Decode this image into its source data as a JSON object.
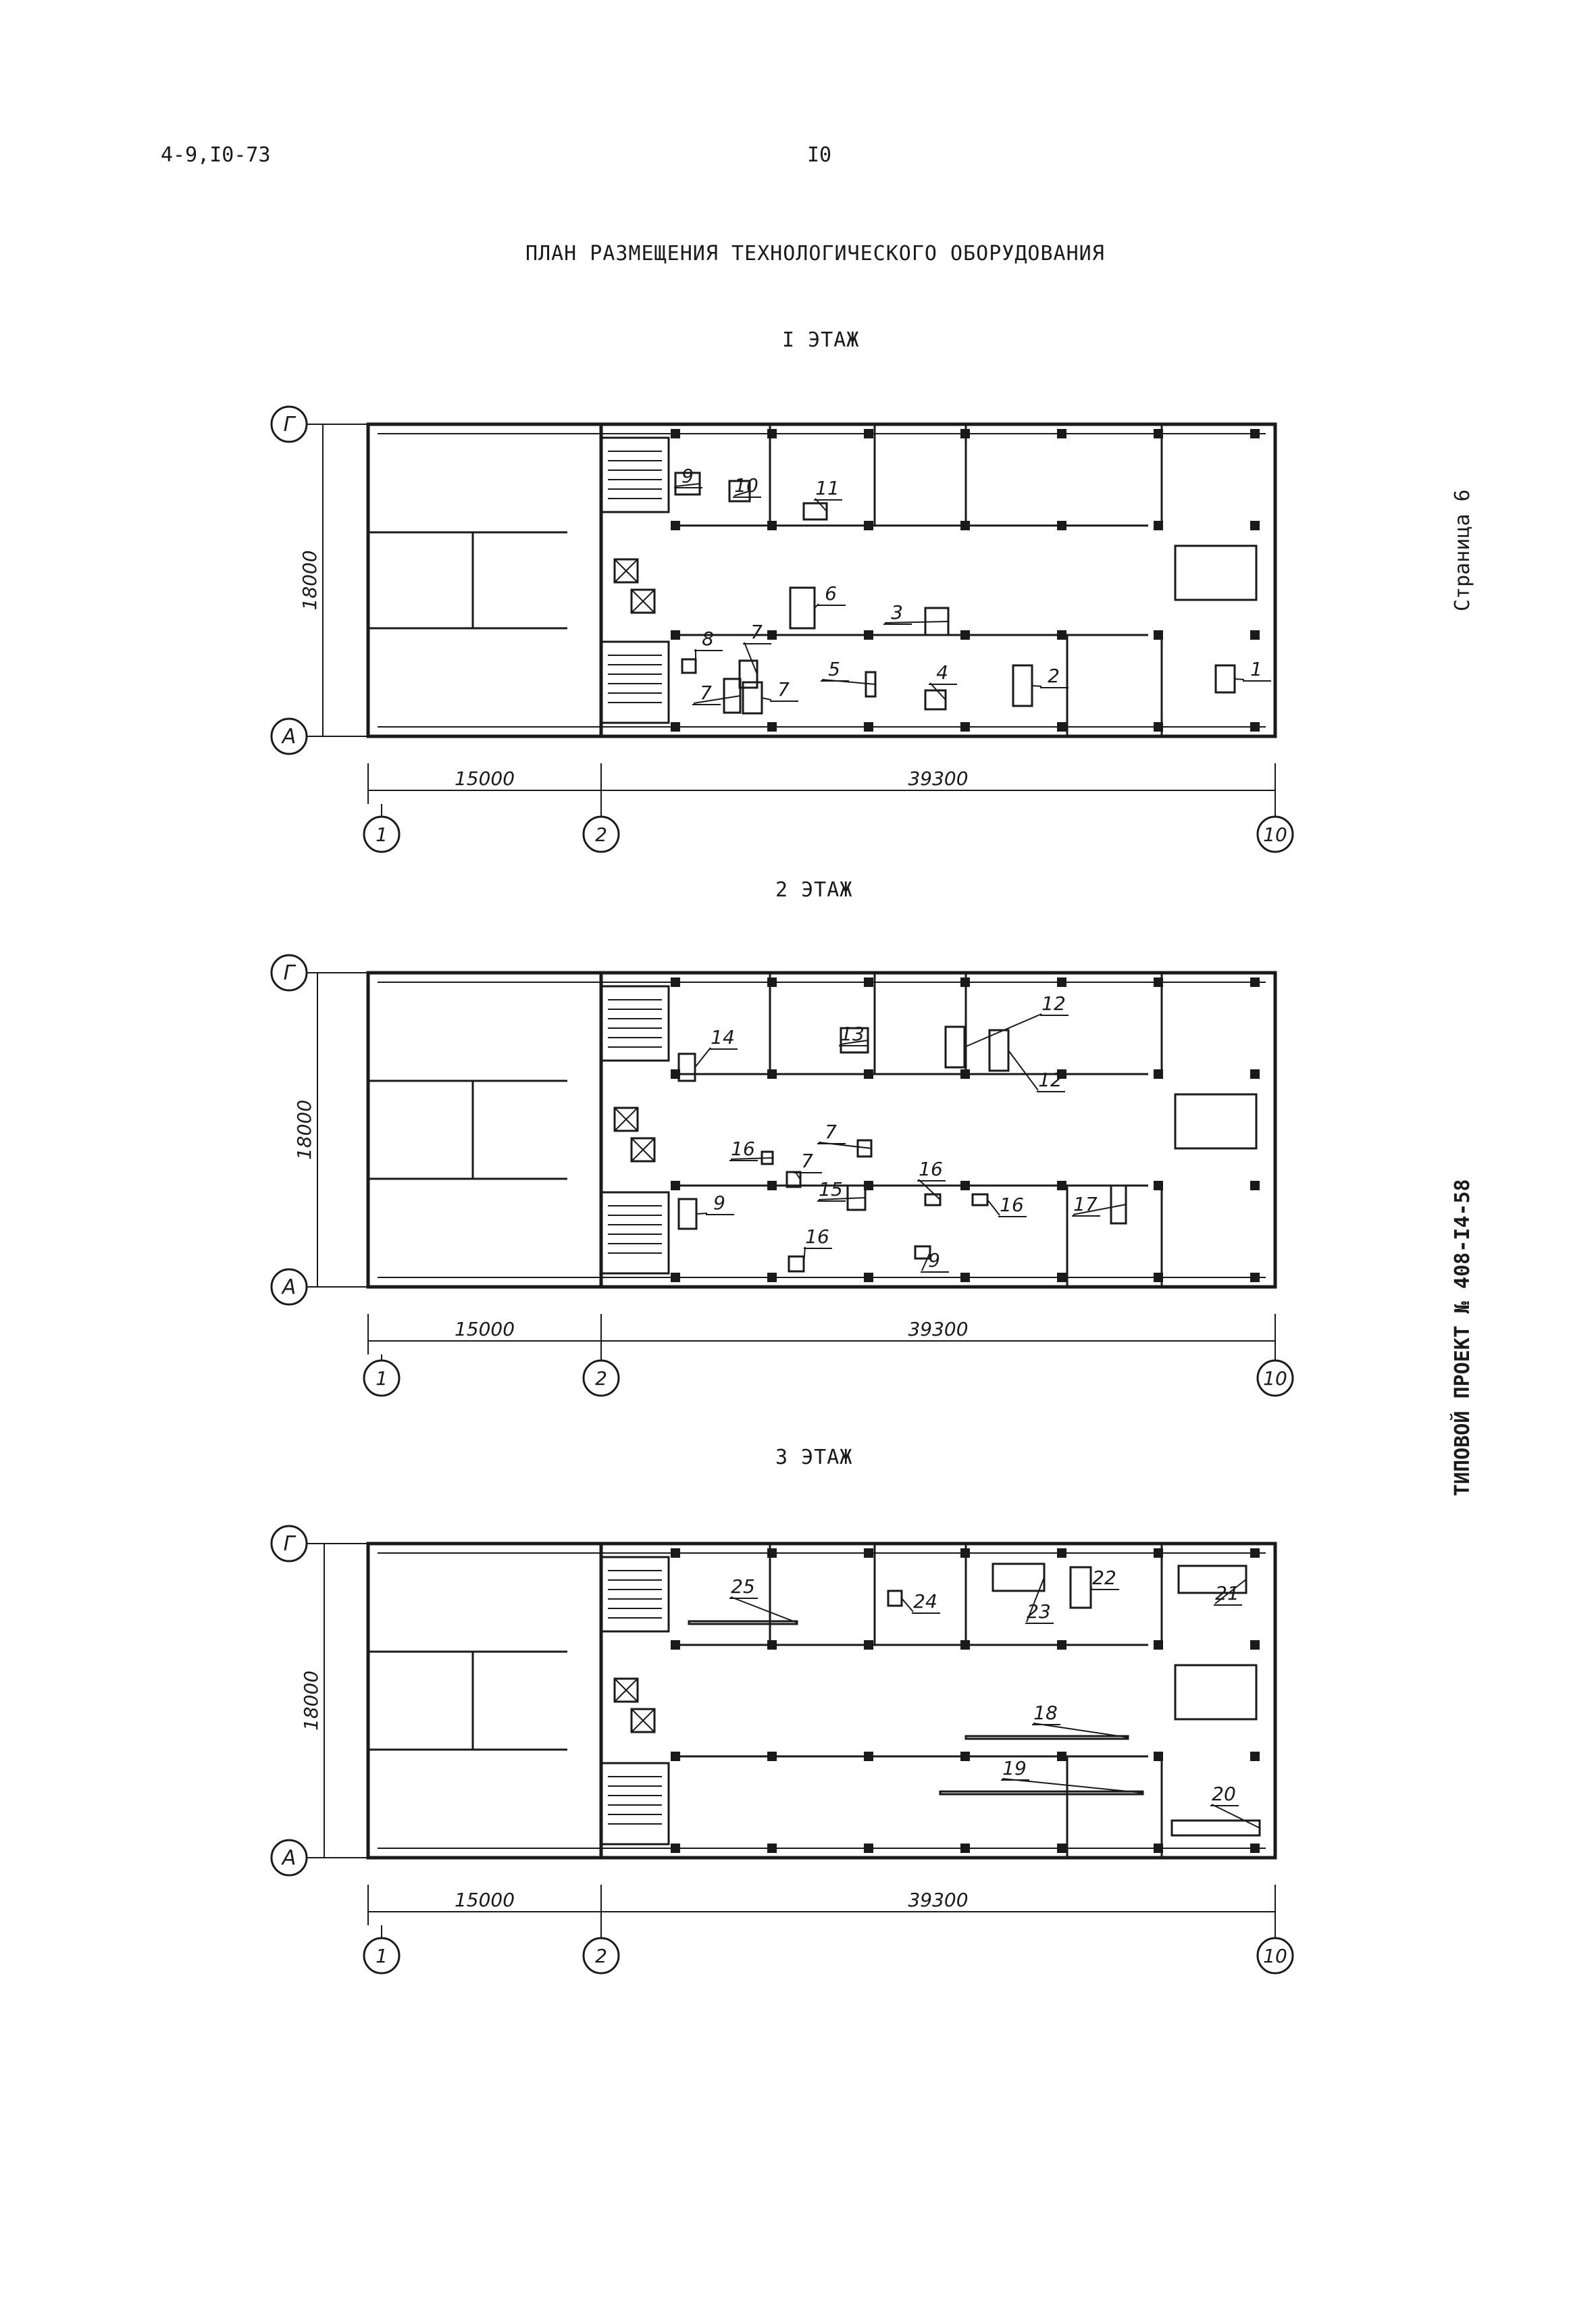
{
  "header": {
    "doc_code": "4-9,I0-73",
    "page_number": "I0",
    "title": "ПЛАН РАЗМЕЩЕНИЯ ТЕХНОЛОГИЧЕСКОГО ОБОРУДОВАНИЯ"
  },
  "side": {
    "page_label": "Страница 6",
    "project_label": "ТИПОВОЙ ПРОЕКТ № 408-I4-58"
  },
  "floors": [
    {
      "label": "I ЭТАЖ",
      "height_dim": "18000",
      "axis_rows": [
        "Г",
        "А"
      ],
      "axis_cols": [
        "1",
        "2",
        "10"
      ],
      "span_dims": [
        "15000",
        "39300"
      ],
      "equipment": [
        "9",
        "10",
        "11",
        "6",
        "3",
        "8",
        "7",
        "7",
        "7",
        "5",
        "4",
        "2",
        "1"
      ]
    },
    {
      "label": "2 ЭТАЖ",
      "height_dim": "18000",
      "axis_rows": [
        "Г",
        "А"
      ],
      "axis_cols": [
        "1",
        "2",
        "10"
      ],
      "span_dims": [
        "15000",
        "39300"
      ],
      "equipment": [
        "14",
        "13",
        "12",
        "12",
        "16",
        "7",
        "7",
        "15",
        "9",
        "16",
        "16",
        "16",
        "9",
        "17"
      ]
    },
    {
      "label": "3 ЭТАЖ",
      "height_dim": "18000",
      "axis_rows": [
        "Г",
        "А"
      ],
      "axis_cols": [
        "1",
        "2",
        "10"
      ],
      "span_dims": [
        "15000",
        "39300"
      ],
      "equipment": [
        "25",
        "24",
        "23",
        "22",
        "21",
        "18",
        "19",
        "20"
      ]
    }
  ]
}
